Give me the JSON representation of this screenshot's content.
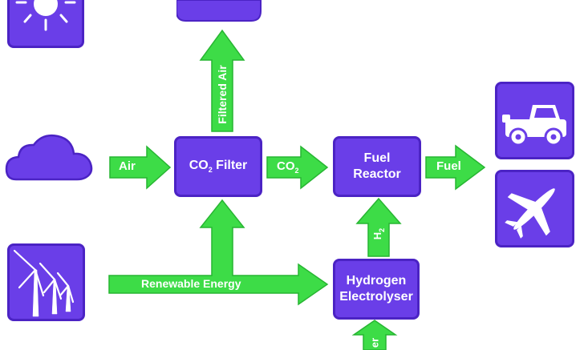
{
  "colors": {
    "box": "#6a3ee8",
    "box_border": "#4b23c4",
    "arrow": "#3ddc47",
    "arrow_border": "#27b532",
    "text": "#ffffff"
  },
  "nodes": {
    "co2_filter": {
      "label_main": "CO",
      "label_sub": "2",
      "label_tail": " Filter"
    },
    "fuel_reactor": {
      "line1": "Fuel",
      "line2": "Reactor"
    },
    "hydrogen_electrolyser": {
      "line1": "Hydrogen",
      "line2": "Electrolyser"
    }
  },
  "arrows": {
    "air": "Air",
    "co2_main": "CO",
    "co2_sub": "2",
    "fuel": "Fuel",
    "filtered_air": "Filtered Air",
    "renewable_energy": "Renewable Energy",
    "h2_main": "H",
    "h2_sub": "2",
    "water_partial": "er"
  },
  "icons": [
    "sun-icon",
    "cloud-icon",
    "wind-turbine-icon",
    "car-icon",
    "airplane-icon",
    "sky-cloud-icon"
  ]
}
